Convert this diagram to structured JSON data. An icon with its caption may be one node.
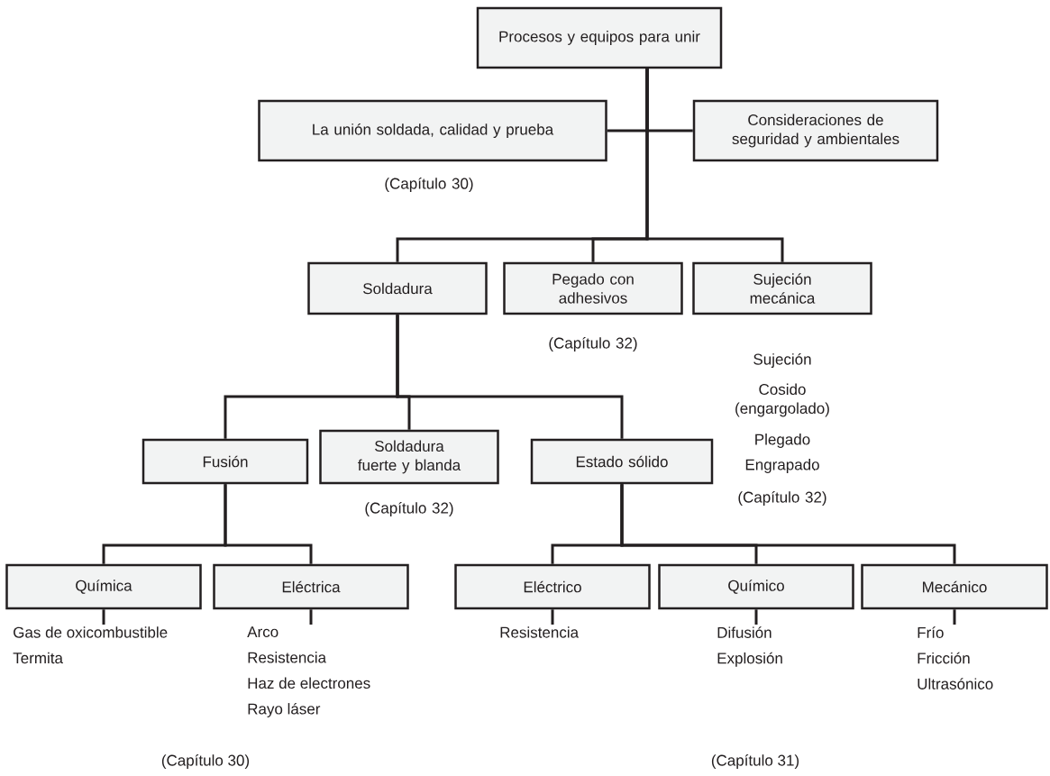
{
  "diagram": {
    "nodes": [
      {
        "text": [
          "Procesos y equipos para unir"
        ]
      },
      {
        "text": [
          "La unión soldada, calidad y prueba"
        ],
        "beside": [
          "(Capítulo 30)"
        ]
      },
      {
        "text": [
          "Consideraciones de seguridad y ambientales"
        ]
      },
      {
        "text": [
          "Soldadura"
        ]
      },
      {
        "text": [
          "Pegado con adhesivos"
        ],
        "beside": [
          "(Capítulo 32)"
        ]
      },
      {
        "text": [
          "Sujeción mecánica"
        ],
        "beside": [
          "Sujeción",
          "Cosido (engargolado)",
          "Plegado",
          "Engrapado",
          "(Capítulo 32)"
        ]
      },
      {
        "text": [
          "Fusión"
        ]
      },
      {
        "text": [
          "Soldadura fuerte y blanda"
        ],
        "beside": [
          "(Capítulo 32)"
        ]
      },
      {
        "text": [
          "Estado sólido"
        ]
      },
      {
        "text": [
          "Química"
        ]
      },
      {
        "text": [
          "Eléctrica"
        ]
      },
      {
        "text": [
          "Eléctrico"
        ]
      },
      {
        "text": [
          "Químico"
        ]
      },
      {
        "text": [
          "Mecánico"
        ]
      },
      {
        "text": [
          "Gas de oxicombustible",
          "Termita"
        ]
      },
      {
        "text": [
          "Arco",
          "Resistencia",
          "Haz de electrones",
          "Rayo láser"
        ]
      },
      {
        "text": [
          "Resistencia"
        ]
      },
      {
        "text": [
          "Difusión",
          "Explosión"
        ]
      },
      {
        "text": [
          "Frío",
          "Fricción",
          "Ultrasónico"
        ]
      }
    ],
    "edges": [
      {
        "from": 0,
        "to": 1,
        "arrow": "none"
      },
      {
        "from": 0,
        "to": 2,
        "arrow": "none"
      },
      {
        "from": 0,
        "to": 3,
        "arrow": "none"
      },
      {
        "from": 0,
        "to": 4,
        "arrow": "none"
      },
      {
        "from": 0,
        "to": 5,
        "arrow": "none"
      },
      {
        "from": 3,
        "to": 6,
        "arrow": "none"
      },
      {
        "from": 3,
        "to": 7,
        "arrow": "none"
      },
      {
        "from": 3,
        "to": 8,
        "arrow": "none"
      },
      {
        "from": 6,
        "to": 9,
        "arrow": "none"
      },
      {
        "from": 6,
        "to": 10,
        "arrow": "none"
      },
      {
        "from": 8,
        "to": 11,
        "arrow": "none"
      },
      {
        "from": 8,
        "to": 12,
        "arrow": "none"
      },
      {
        "from": 8,
        "to": 13,
        "arrow": "none"
      },
      {
        "from": 9,
        "to": 14,
        "arrow": "none"
      },
      {
        "from": 10,
        "to": 15,
        "arrow": "none"
      },
      {
        "from": 11,
        "to": 16,
        "arrow": "none"
      },
      {
        "from": 12,
        "to": 17,
        "arrow": "none"
      },
      {
        "from": 13,
        "to": 18,
        "arrow": "none"
      }
    ],
    "labels": [
      "(Capítulo 30)",
      "(Capítulo 31)"
    ]
  }
}
